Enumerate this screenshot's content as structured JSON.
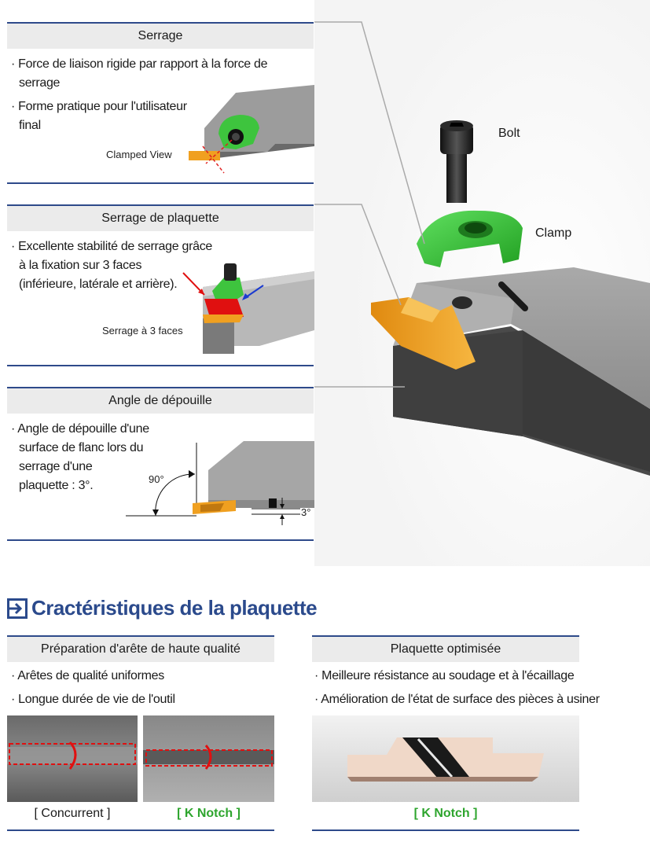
{
  "clamping": {
    "title": "Serrage",
    "bullets": [
      "· Force de liaison rigide par rapport à la force de",
      "serrage",
      "· Forme pratique pour l'utilisateur",
      "final"
    ],
    "caption": "Clamped View"
  },
  "insert_clamping": {
    "title": "Serrage de plaquette",
    "bullets": [
      "· Excellente stabilité de serrage grâce",
      "à la fixation sur 3 faces",
      "(inférieure, latérale et arrière)."
    ],
    "caption": "Serrage à 3 faces"
  },
  "relief": {
    "title": "Angle de dépouille",
    "bullets": [
      "· Angle de dépouille d'une",
      "surface de flanc lors du",
      "serrage d'une",
      "plaquette : 3°."
    ],
    "angle_90": "90°",
    "angle_3": "3°"
  },
  "parts": {
    "bolt": "Bolt",
    "clamp": "Clamp"
  },
  "characteristics": {
    "title": "Cractéristiques de la plaquette",
    "edge": {
      "title": "Préparation d'arête de haute qualité",
      "bullets": [
        "· Arêtes de qualité uniformes",
        "· Longue durée de vie de l'outil"
      ],
      "cap_left": "[ Concurrent ]",
      "cap_right": "[ K Notch ]"
    },
    "optimized": {
      "title": "Plaquette optimisée",
      "bullets": [
        "· Meilleure résistance au soudage et à l'écaillage",
        "· Amélioration de l'état de surface des pièces à usiner"
      ],
      "cap": "[ K Notch ]"
    }
  },
  "colors": {
    "accent": "#2e4a8a",
    "green": "#2ea52e",
    "insert": "#f0a020",
    "clamp": "#3ec43e"
  }
}
